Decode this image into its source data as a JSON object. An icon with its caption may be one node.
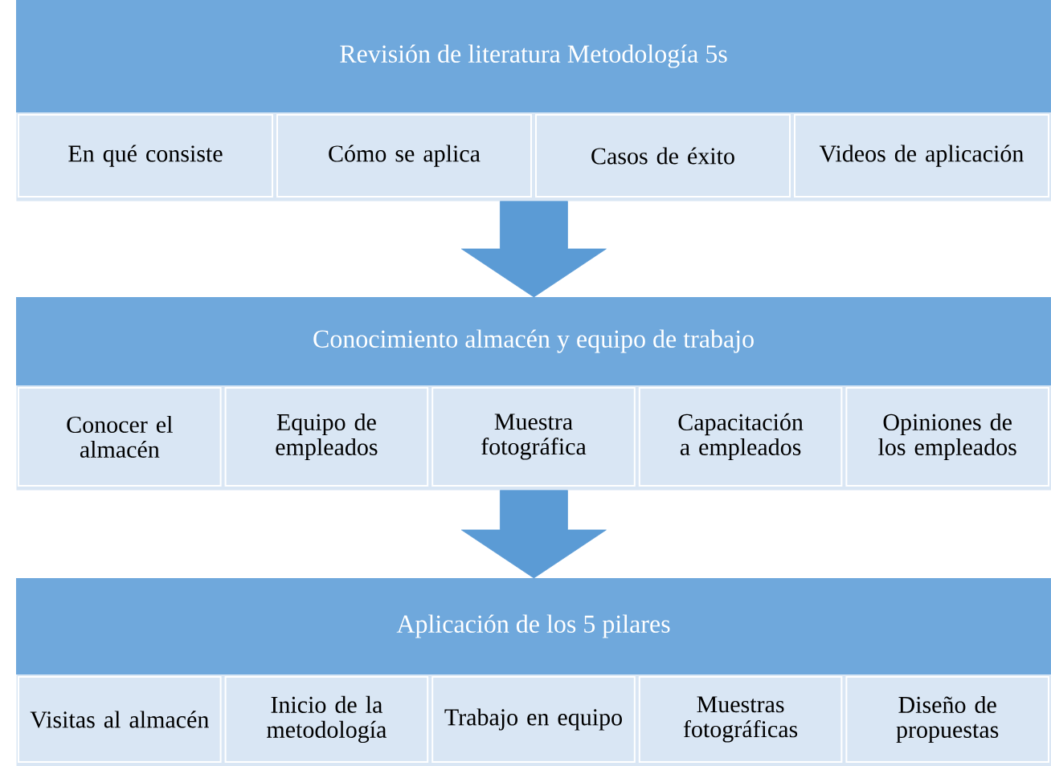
{
  "diagram": {
    "nodes": [
      {
        "text": [
          "Revisión de literatura Metodología 5s"
        ]
      },
      {
        "text": [
          "En qué consiste"
        ],
        "in": 0
      },
      {
        "text": [
          "Cómo se aplica"
        ],
        "in": 0
      },
      {
        "text": [
          "Casos de éxito"
        ],
        "in": 0
      },
      {
        "text": [
          "Videos de aplicación"
        ],
        "in": 0
      },
      {
        "text": [
          "Conocimiento almacén y equipo de trabajo"
        ]
      },
      {
        "text": [
          "Conocer el almacén"
        ],
        "in": 5
      },
      {
        "text": [
          "Equipo de empleados"
        ],
        "in": 5
      },
      {
        "text": [
          "Muestra fotográfica"
        ],
        "in": 5
      },
      {
        "text": [
          "Capacitación a empleados"
        ],
        "in": 5
      },
      {
        "text": [
          "Opiniones de los empleados"
        ],
        "in": 5
      },
      {
        "text": [
          "Aplicación de los 5 pilares"
        ]
      },
      {
        "text": [
          "Visitas al almacén"
        ],
        "in": 11
      },
      {
        "text": [
          "Inicio de la metodología"
        ],
        "in": 11
      },
      {
        "text": [
          "Trabajo en equipo"
        ],
        "in": 11
      },
      {
        "text": [
          "Muestras fotográficas"
        ],
        "in": 11
      },
      {
        "text": [
          "Diseño de propuestas"
        ],
        "in": 11
      }
    ],
    "edges": [
      {
        "from": 0,
        "to": 5,
        "arrow": "to"
      },
      {
        "from": 5,
        "to": 11,
        "arrow": "to"
      }
    ]
  }
}
